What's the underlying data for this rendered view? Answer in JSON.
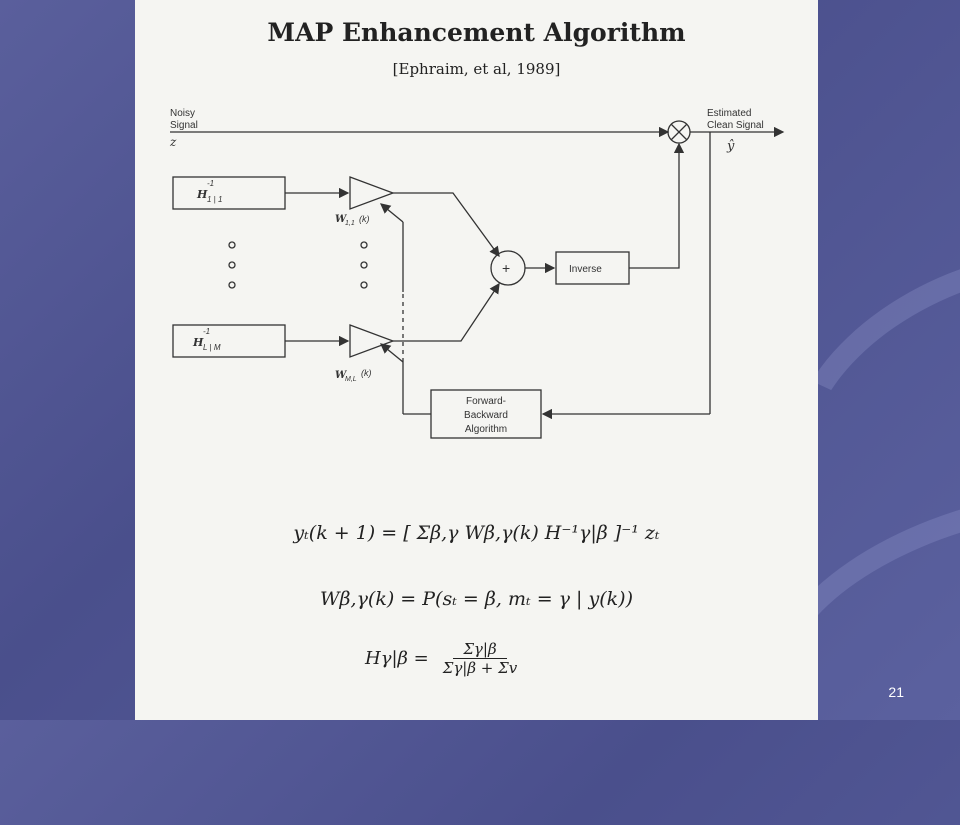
{
  "slide": {
    "title": "MAP Enhancement Algorithm",
    "citation": "[Ephraim, et al, 1989]",
    "number": "21"
  },
  "diagram": {
    "input_label_1": "Noisy",
    "input_label_2": "Signal",
    "input_var": "z",
    "output_label_1": "Estimated",
    "output_label_2": "Clean Signal",
    "output_var": "ŷ",
    "filter_top": "H",
    "filter_top_sup": "-1",
    "filter_top_sub": "1 | 1",
    "filter_bottom": "H",
    "filter_bottom_sup": "-1",
    "filter_bottom_sub": "L | M",
    "weight_top": "W",
    "weight_top_sub": "1,1",
    "weight_top_arg": "(k)",
    "weight_bottom": "W",
    "weight_bottom_sub": "M,L",
    "weight_bottom_arg": "(k)",
    "sum_symbol": "+",
    "inverse_label": "Inverse",
    "fb_label_1": "Forward-",
    "fb_label_2": "Backward",
    "fb_label_3": "Algorithm"
  },
  "equations": {
    "eq1": "yₜ(k + 1) = [ Σβ,γ Wβ,γ(k) H⁻¹γ|β ]⁻¹ zₜ",
    "eq2": "Wβ,γ(k) = P(sₜ = β, mₜ = γ | y(k))",
    "eq3_lhs": "Hγ|β =",
    "eq3_num": "Σγ|β",
    "eq3_den": "Σγ|β + Σv"
  }
}
